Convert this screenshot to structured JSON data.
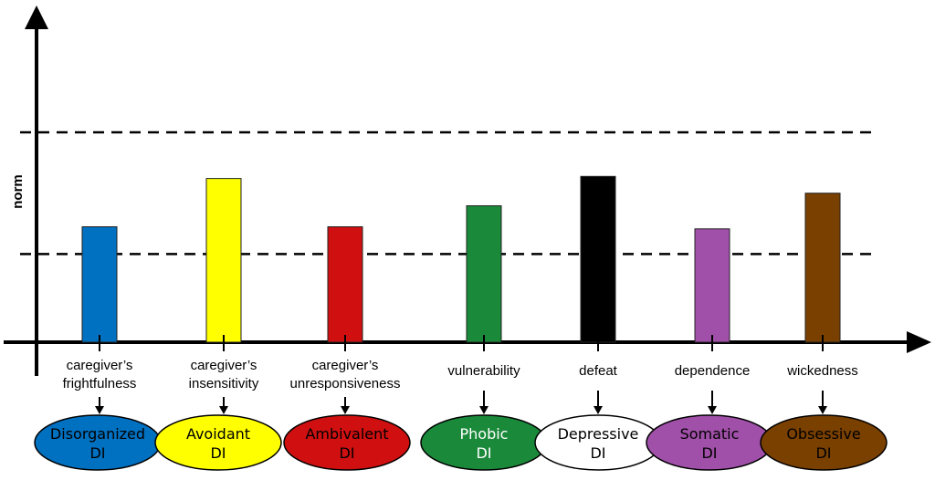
{
  "y_axis_label": "norm",
  "bars": [
    {
      "category": [
        "caregiver’s",
        "frightfulness"
      ],
      "value": 0.55,
      "color": "#0070c0",
      "di": [
        "Disorganized",
        "DI"
      ],
      "di_color": "#0070c0",
      "di_text_color": "#000000"
    },
    {
      "category": [
        "caregiver’s",
        "insensitivity"
      ],
      "value": 0.78,
      "color": "#ffff00",
      "di": [
        "Avoidant",
        "DI"
      ],
      "di_color": "#ffff00",
      "di_text_color": "#000000"
    },
    {
      "category": [
        "caregiver’s",
        "unresponsiveness"
      ],
      "value": 0.55,
      "color": "#d01010",
      "di": [
        "Ambivalent",
        "DI"
      ],
      "di_color": "#d01010",
      "di_text_color": "#000000"
    },
    {
      "category": [
        "vulnerability"
      ],
      "value": 0.65,
      "color": "#1a8a3a",
      "di": [
        "Phobic",
        "DI"
      ],
      "di_color": "#1a8a3a",
      "di_text_color": "#ffffff"
    },
    {
      "category": [
        "defeat"
      ],
      "value": 0.79,
      "color": "#000000",
      "di": [
        "Depressive",
        "DI"
      ],
      "di_color": "#ffffff",
      "di_text_color": "#000000"
    },
    {
      "category": [
        "dependence"
      ],
      "value": 0.54,
      "color": "#a050a8",
      "di": [
        "Somatic",
        "DI"
      ],
      "di_color": "#a050a8",
      "di_text_color": "#000000"
    },
    {
      "category": [
        "wickedness"
      ],
      "value": 0.71,
      "color": "#7a4000",
      "di": [
        "Obsessive",
        "DI"
      ],
      "di_color": "#7a4000",
      "di_text_color": "#000000"
    }
  ],
  "norm_lower": 0.42,
  "norm_upper": 1.0
}
